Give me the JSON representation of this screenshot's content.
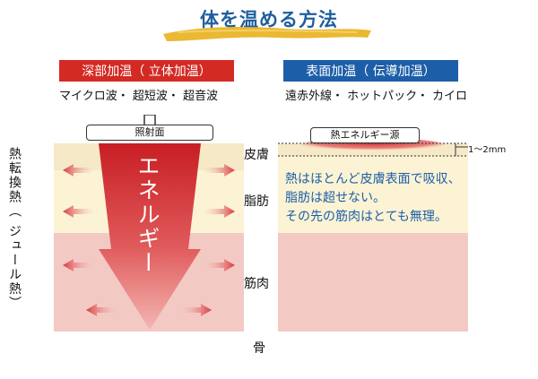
{
  "title": "体を温める方法",
  "left": {
    "heading": "深部加温（ 立体加温）",
    "subtitle": "マイクロ波・ 超短波・ 超音波",
    "emitter_label": "照射面",
    "arrow_text": "エネルギー",
    "side_label": "熱転換熱（ ジュール熱）"
  },
  "right": {
    "heading": "表面加温（ 伝導加温）",
    "subtitle": "遠赤外線・ ホットパック・ カイロ",
    "source_label": "熱エネルギー源",
    "depth_label": "1～2mm",
    "description": [
      "熱はほとんど皮膚表面で吸収、",
      "脂肪は超せない。",
      "その先の筋肉はとても無理。"
    ]
  },
  "layers": {
    "skin": "皮膚",
    "fat": "脂肪",
    "muscle": "筋肉",
    "bone": "骨"
  },
  "colors": {
    "title": "#1f5e9e",
    "red_header": "#d42a24",
    "blue_header": "#1d5ea8",
    "skin": "#f6e9c7",
    "fat": "#fbf3d4",
    "muscle": "#f3c9c4",
    "arrow": "#d9383a"
  }
}
